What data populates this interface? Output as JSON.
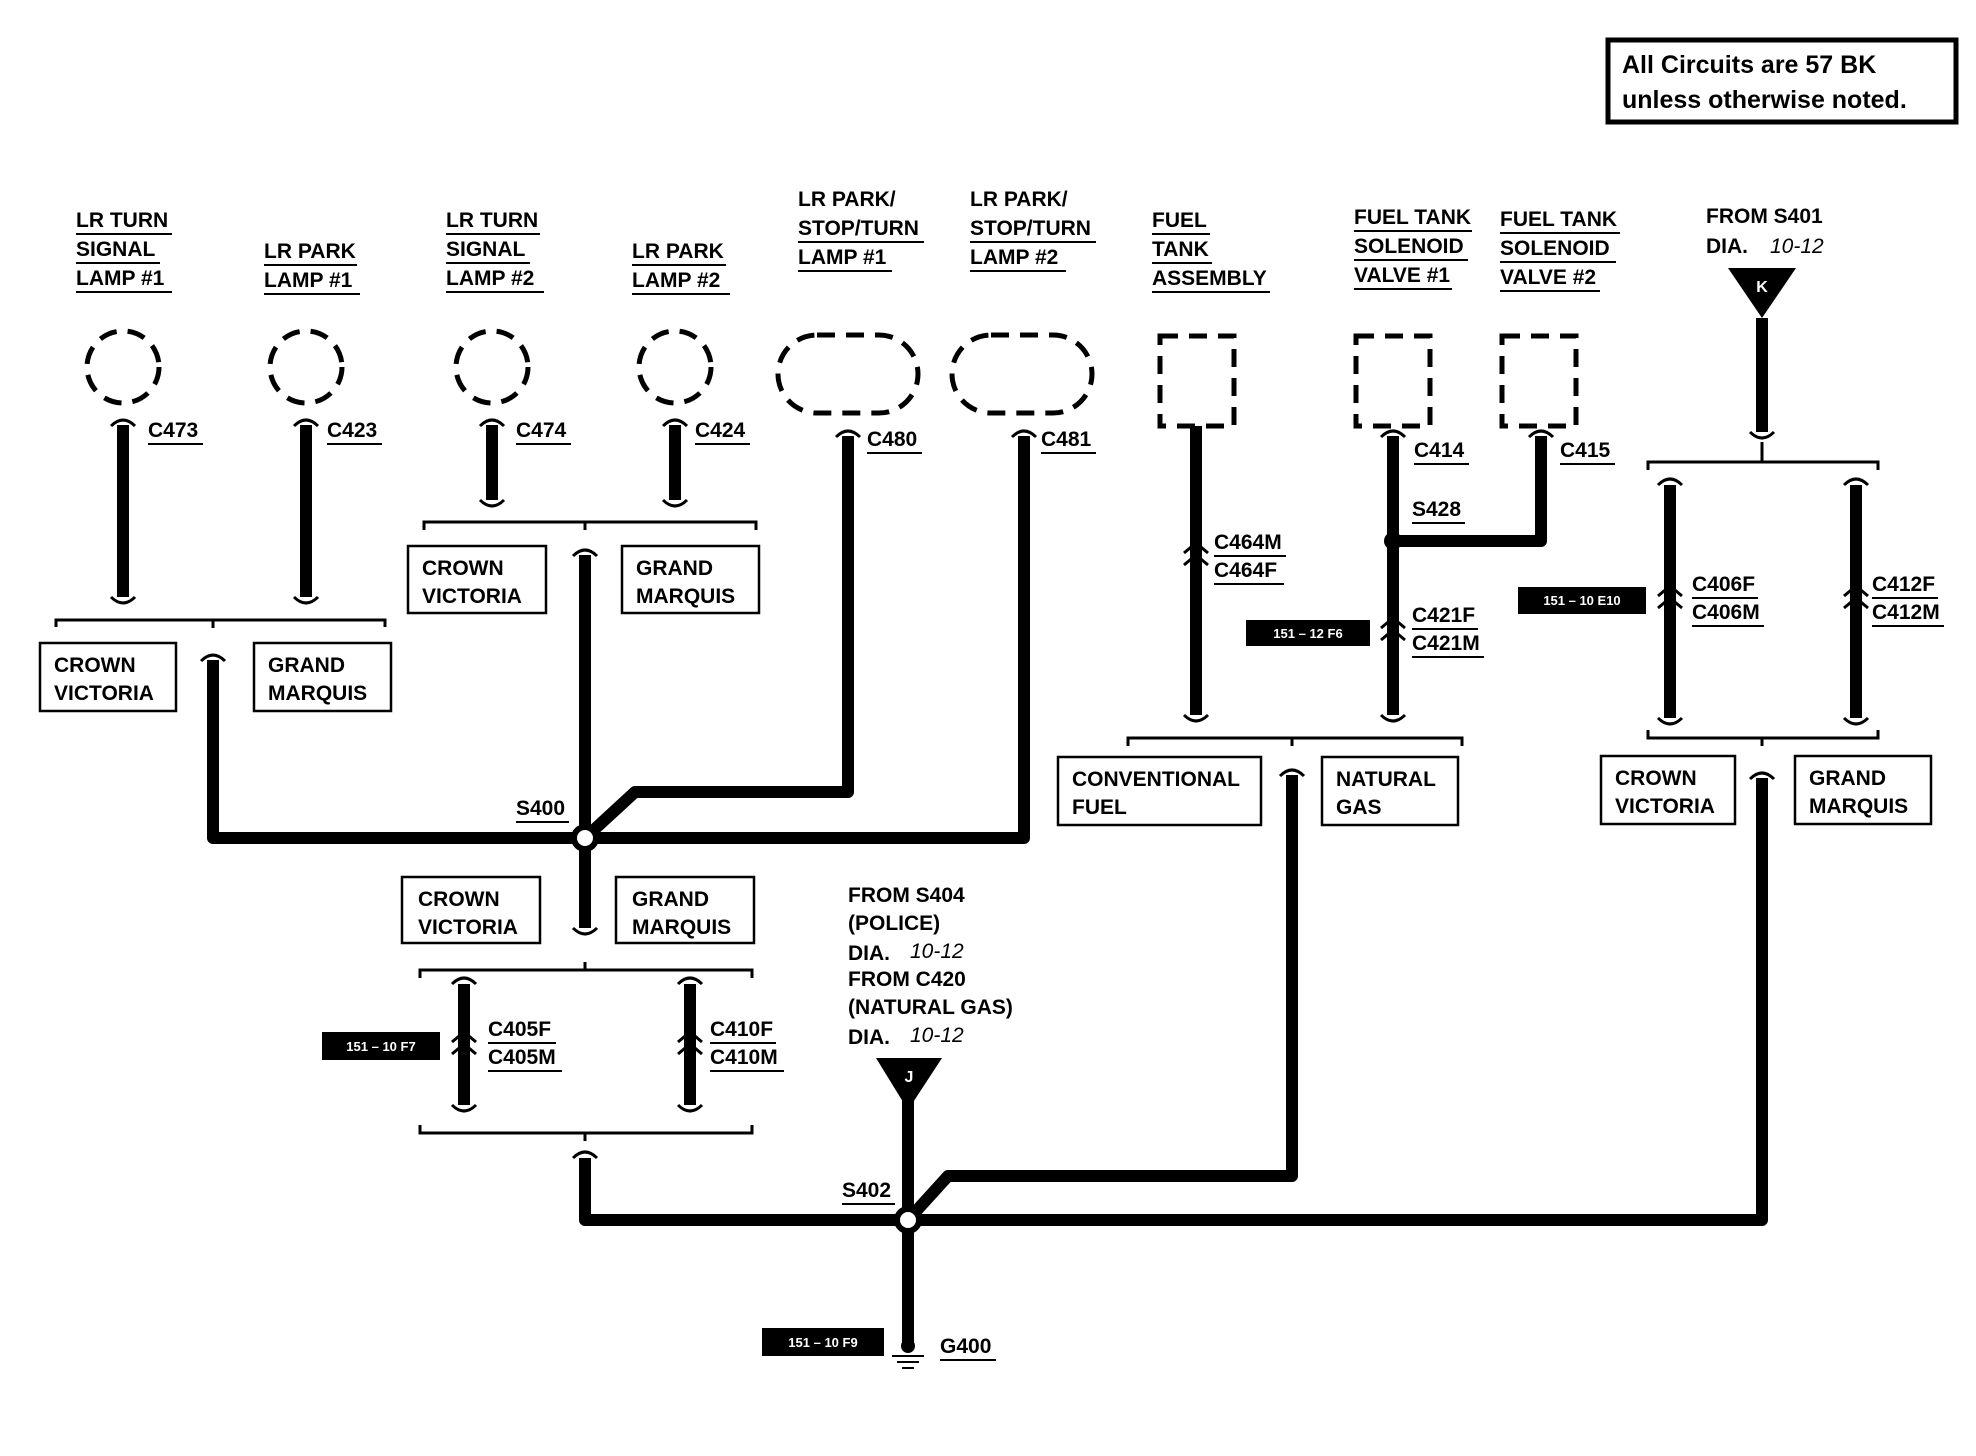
{
  "note": {
    "line1": "All Circuits are 57 BK",
    "line2": "unless otherwise noted."
  },
  "components": {
    "lr_turn_1": [
      "LR TURN",
      "SIGNAL",
      "LAMP #1"
    ],
    "lr_park_1": [
      "LR PARK",
      "LAMP #1"
    ],
    "lr_turn_2": [
      "LR TURN",
      "SIGNAL",
      "LAMP #2"
    ],
    "lr_park_2": [
      "LR PARK",
      "LAMP #2"
    ],
    "lr_pst_1": [
      "LR PARK/",
      "STOP/TURN",
      "LAMP #1"
    ],
    "lr_pst_2": [
      "LR PARK/",
      "STOP/TURN",
      "LAMP #2"
    ],
    "fuel_tank": [
      "FUEL",
      "TANK",
      "ASSEMBLY"
    ],
    "sol_1": [
      "FUEL TANK",
      "SOLENOID",
      "VALVE #1"
    ],
    "sol_2": [
      "FUEL TANK",
      "SOLENOID",
      "VALVE #2"
    ]
  },
  "connectors": {
    "c473": "C473",
    "c423": "C423",
    "c474": "C474",
    "c424": "C424",
    "c480": "C480",
    "c481": "C481",
    "c414": "C414",
    "c415": "C415",
    "c464m": "C464M",
    "c464f": "C464F",
    "c421f": "C421F",
    "c421m": "C421M",
    "c406f": "C406F",
    "c406m": "C406M",
    "c412f": "C412F",
    "c412m": "C412M",
    "c405f": "C405F",
    "c405m": "C405M",
    "c410f": "C410F",
    "c410m": "C410M"
  },
  "splices": {
    "s400": "S400",
    "s402": "S402",
    "s428": "S428"
  },
  "ground": "G400",
  "options": {
    "crown_victoria": [
      "CROWN",
      "VICTORIA"
    ],
    "grand_marquis": [
      "GRAND",
      "MARQUIS"
    ],
    "conventional_fuel": [
      "CONVENTIONAL",
      "FUEL"
    ],
    "natural_gas": [
      "NATURAL",
      "GAS"
    ]
  },
  "refs": {
    "r_f6": "151 – 12 F6",
    "r_e10": "151 – 10 E10",
    "r_f7": "151 – 10 F7",
    "r_f9": "151 – 10 F9"
  },
  "from_k": {
    "line1": "FROM S401",
    "dia_label": "DIA.",
    "dia_num": "10-12",
    "marker": "K"
  },
  "from_j": {
    "line1": "FROM S404",
    "line2": "(POLICE)",
    "dia_label": "DIA.",
    "dia_num1": "10-12",
    "line3": "FROM C420",
    "line4": "(NATURAL GAS)",
    "dia_num2": "10-12",
    "marker": "J"
  }
}
